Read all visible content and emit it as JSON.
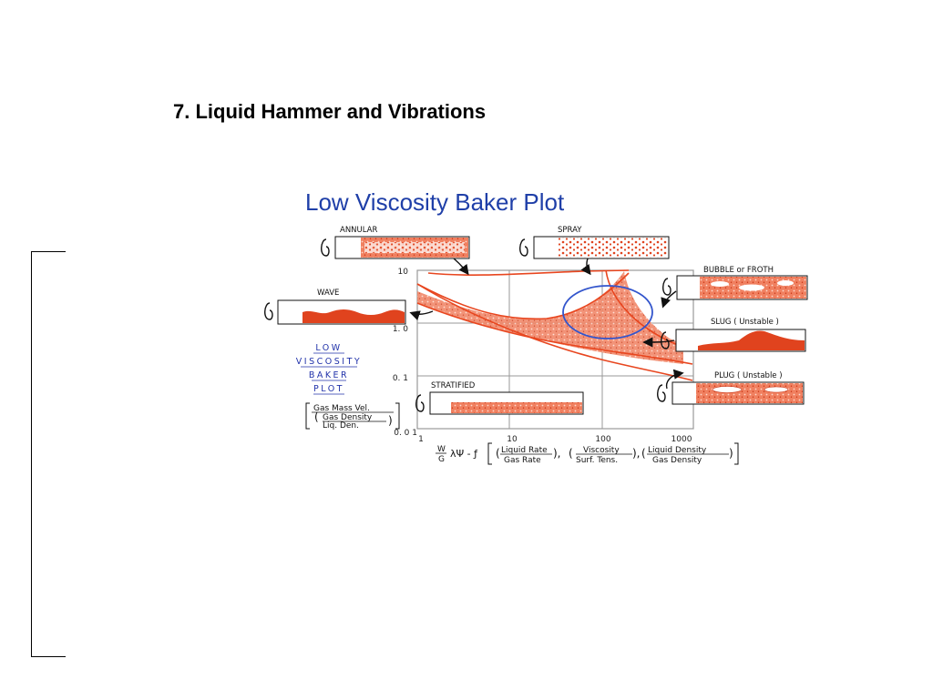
{
  "slide": {
    "heading": "7. Liquid Hammer and Vibrations",
    "subtitle": "Low Viscosity Baker Plot",
    "subtitle_color": "#1f3fa8"
  },
  "diagram": {
    "patterns": {
      "annular": "ANNULAR",
      "spray": "SPRAY",
      "wave": "WAVE",
      "bubble": "BUBBLE  or  FROTH",
      "slug": "SLUG  ( Unstable )",
      "plug": "PLUG ( Unstable )",
      "stratified": "STRATIFIED"
    },
    "side_title": [
      "LOW",
      "VISCOSITY",
      "BAKER",
      "PLOT"
    ],
    "y_axis_expr": {
      "line1": "Gas Mass Vel.",
      "line2": "Gas Density",
      "line3": "Liq.  Den."
    },
    "x_axis_expr": {
      "prefix_top": "W",
      "prefix_bottom": "G",
      "lambda_psi": "λΨ - ƒ",
      "liquid_rate": "Liquid Rate",
      "gas_rate": "Gas Rate",
      "viscosity": "Viscosity",
      "surf_tens": "Surf.  Tens.",
      "liquid_density": "Liquid Density",
      "gas_density": "Gas Density"
    },
    "y_ticks": [
      "10",
      "1. 0",
      "0. 1",
      "0. 0 1"
    ],
    "x_ticks": [
      "1",
      "10",
      "100",
      "1000"
    ],
    "colors": {
      "liquid": "#e0431e",
      "curve": "#e8461f",
      "highlight_circle": "#3355cc",
      "label_blue": "#2233aa"
    },
    "icons": [
      "pipe-annular-icon",
      "pipe-spray-icon",
      "pipe-wave-icon",
      "pipe-bubble-icon",
      "pipe-slug-icon",
      "pipe-plug-icon",
      "pipe-stratified-icon"
    ]
  }
}
